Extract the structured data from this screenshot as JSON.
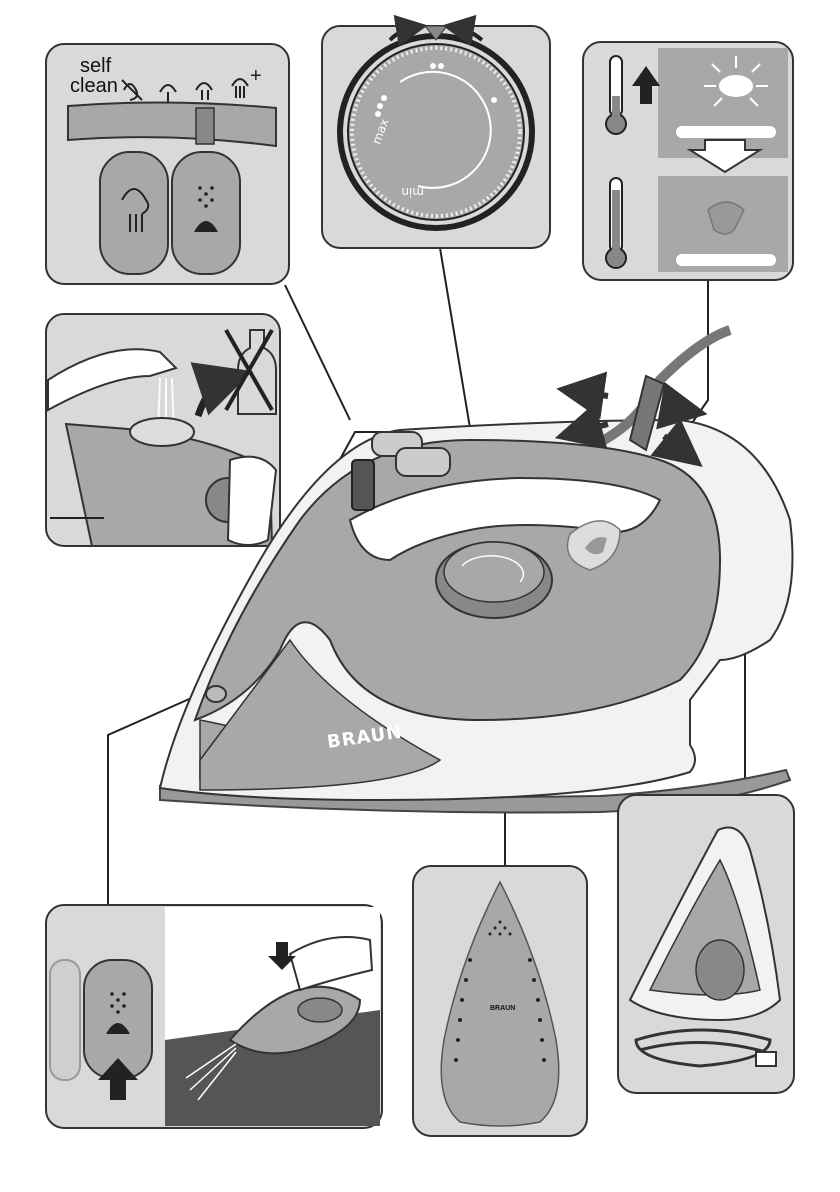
{
  "selector_panel": {
    "label_line1": "self",
    "label_line2": "clean"
  },
  "temperature_dial": {
    "max_label": "max",
    "min_label": "min"
  },
  "iron": {
    "brand": "BRAUN"
  },
  "soleplate": {
    "brand": "BRAUN"
  },
  "colors": {
    "body": "#a8a8a8",
    "panel": "#d9d9d9",
    "outline": "#333333",
    "dark": "#222222"
  }
}
